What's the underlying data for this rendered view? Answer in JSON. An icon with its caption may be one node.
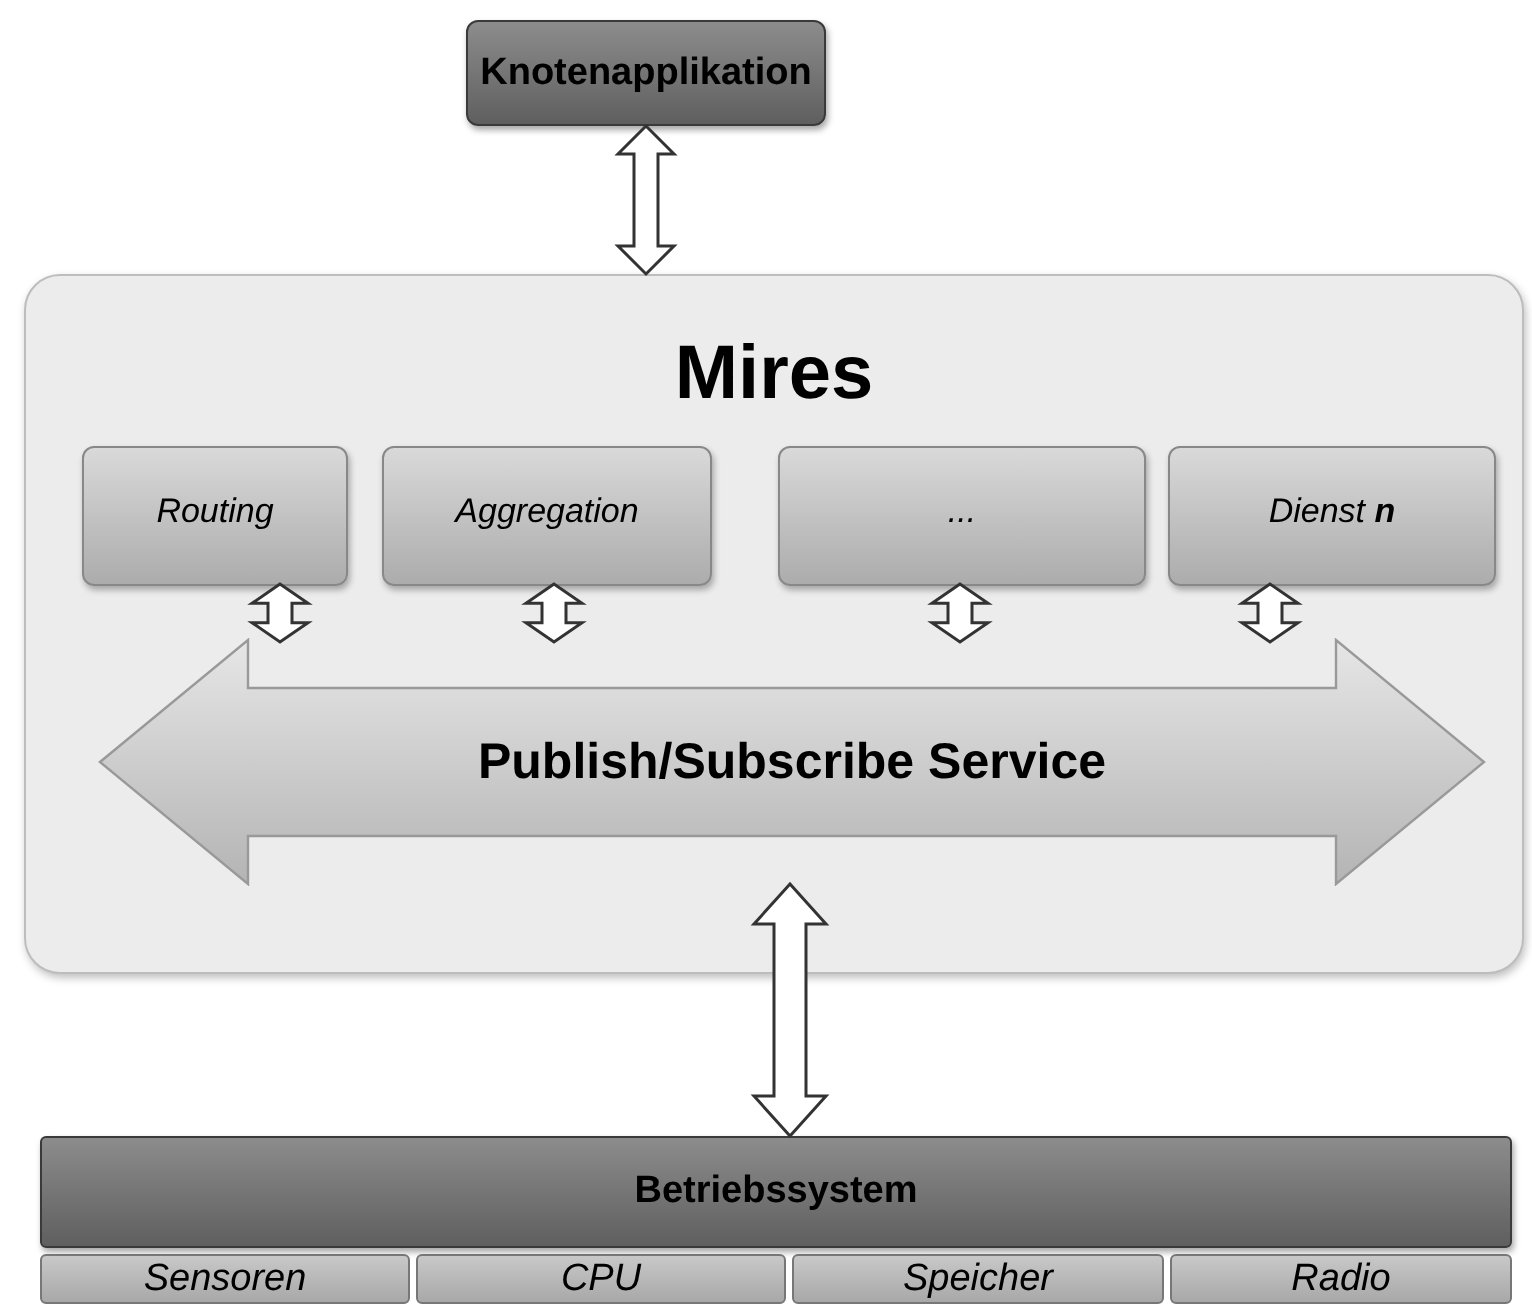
{
  "diagram": {
    "nodes": [
      {
        "text": [
          "Knotenapplikation"
        ]
      },
      {
        "text": [
          "Mires"
        ]
      },
      {
        "text": [
          "Routing"
        ],
        "in": 1
      },
      {
        "text": [
          "Aggregation"
        ],
        "in": 1
      },
      {
        "text": [
          "..."
        ],
        "in": 1
      },
      {
        "text": [
          "Dienst **n**"
        ],
        "in": 1
      },
      {
        "text": [
          "Publish/Subscribe Service"
        ],
        "in": 1
      },
      {
        "text": [
          "Betriebssystem"
        ]
      },
      {
        "text": [
          "Sensoren"
        ]
      },
      {
        "text": [
          "CPU"
        ]
      },
      {
        "text": [
          "Speicher"
        ]
      },
      {
        "text": [
          "Radio"
        ]
      }
    ],
    "edges": [
      {
        "from": 0,
        "to": 1,
        "arrow": "both"
      },
      {
        "from": 2,
        "to": 6,
        "arrow": "both"
      },
      {
        "from": 3,
        "to": 6,
        "arrow": "both"
      },
      {
        "from": 4,
        "to": 6,
        "arrow": "both"
      },
      {
        "from": 5,
        "to": 6,
        "arrow": "both"
      },
      {
        "from": 6,
        "to": 7,
        "arrow": "both"
      }
    ]
  }
}
